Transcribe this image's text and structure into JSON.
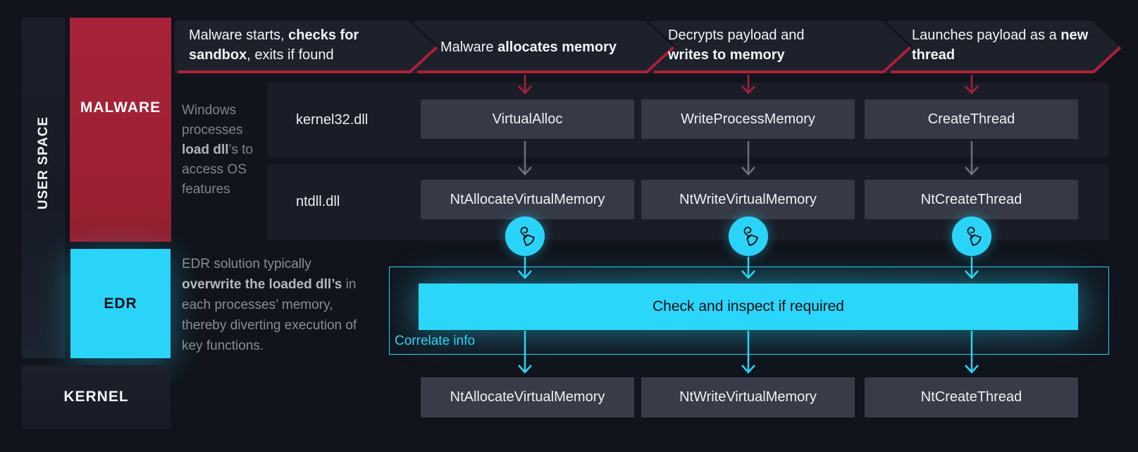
{
  "zones": {
    "user_space": "USER SPACE",
    "malware": "MALWARE",
    "edr": "EDR",
    "kernel": "KERNEL"
  },
  "steps": [
    {
      "pre": "Malware starts, ",
      "bold": "checks for sandbox",
      "post": ", exits if found"
    },
    {
      "pre": "Malware ",
      "bold": "allocates memory",
      "post": ""
    },
    {
      "pre": "Decrypts payload and ",
      "bold": "writes to memory",
      "post": ""
    },
    {
      "pre": "Launches payload as a ",
      "bold": "new thread",
      "post": ""
    }
  ],
  "notes": {
    "dll": {
      "pre": "Windows processes ",
      "bold": "load dll",
      "post": "’s to access OS features"
    },
    "edr": {
      "pre": "EDR solution typically ",
      "bold": "overwrite the loaded dll’s",
      "post": " in each processes’ memory, thereby diverting execution of key functions."
    }
  },
  "api_rows": [
    {
      "label": "kernel32.dll",
      "boxes": [
        "VirtualAlloc",
        "WriteProcessMemory",
        "CreateThread"
      ]
    },
    {
      "label": "ntdll.dll",
      "boxes": [
        "NtAllocateVirtualMemory",
        "NtWriteVirtualMemory",
        "NtCreateThread"
      ]
    }
  ],
  "kernel_row": {
    "boxes": [
      "NtAllocateVirtualMemory",
      "NtWriteVirtualMemory",
      "NtCreateThread"
    ]
  },
  "edr_layer": {
    "check_box": "Check and inspect if required",
    "correlate": "Correlate info"
  },
  "icons": {
    "hook": "hook-icon"
  },
  "colors": {
    "background": "#11141c",
    "band": "#1a1d28",
    "api_box": "#353a46",
    "chevron_body": "#1d212c",
    "red_accent": "#ad2039",
    "malware_red": "#a02136",
    "cyan_accent": "#2ad4f8",
    "gray_arrow": "#6a707c",
    "text_light": "#f2f4f7",
    "text_muted": "#878d98"
  }
}
